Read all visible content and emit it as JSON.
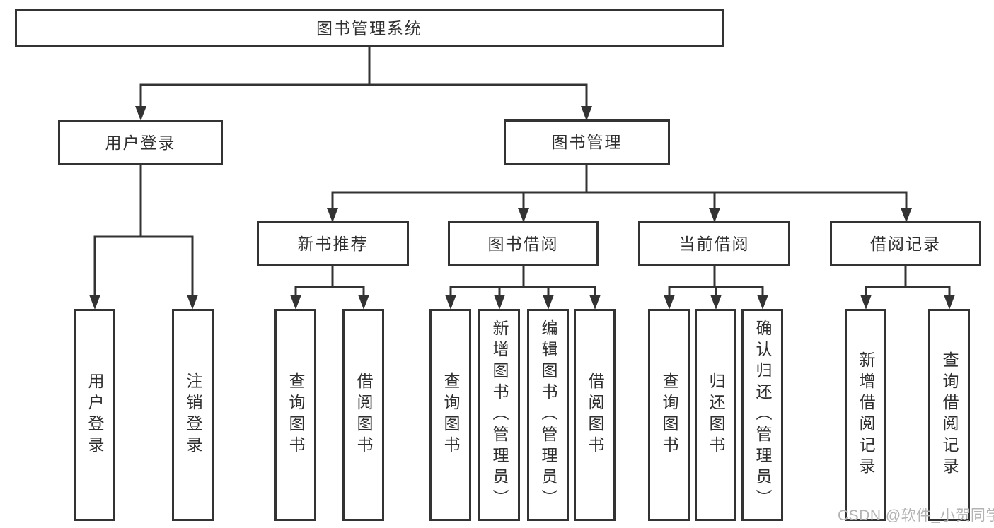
{
  "colors": {
    "line": "#333333",
    "box_fill": "#ffffff",
    "text": "#2f2f2f",
    "watermark": "#b3b3b3"
  },
  "watermark": "CSDN @软件_小贺同学",
  "tree": {
    "root": {
      "label": "图书管理系统"
    },
    "branches": [
      {
        "label": "用户登录",
        "children": [
          {
            "label": "用户登录"
          },
          {
            "label": "注销登录"
          }
        ]
      },
      {
        "label": "图书管理",
        "groups": [
          {
            "label": "新书推荐",
            "children": [
              {
                "label": "查询图书"
              },
              {
                "label": "借阅图书"
              }
            ]
          },
          {
            "label": "图书借阅",
            "children": [
              {
                "label": "查询图书"
              },
              {
                "label": "新增图书（管理员）"
              },
              {
                "label": "编辑图书（管理员）"
              },
              {
                "label": "借阅图书"
              }
            ]
          },
          {
            "label": "当前借阅",
            "children": [
              {
                "label": "查询图书"
              },
              {
                "label": "归还图书"
              },
              {
                "label": "确认归还（管理员）"
              }
            ]
          },
          {
            "label": "借阅记录",
            "children": [
              {
                "label": "新增借阅记录"
              },
              {
                "label": "查询借阅记录"
              }
            ]
          }
        ]
      }
    ]
  }
}
